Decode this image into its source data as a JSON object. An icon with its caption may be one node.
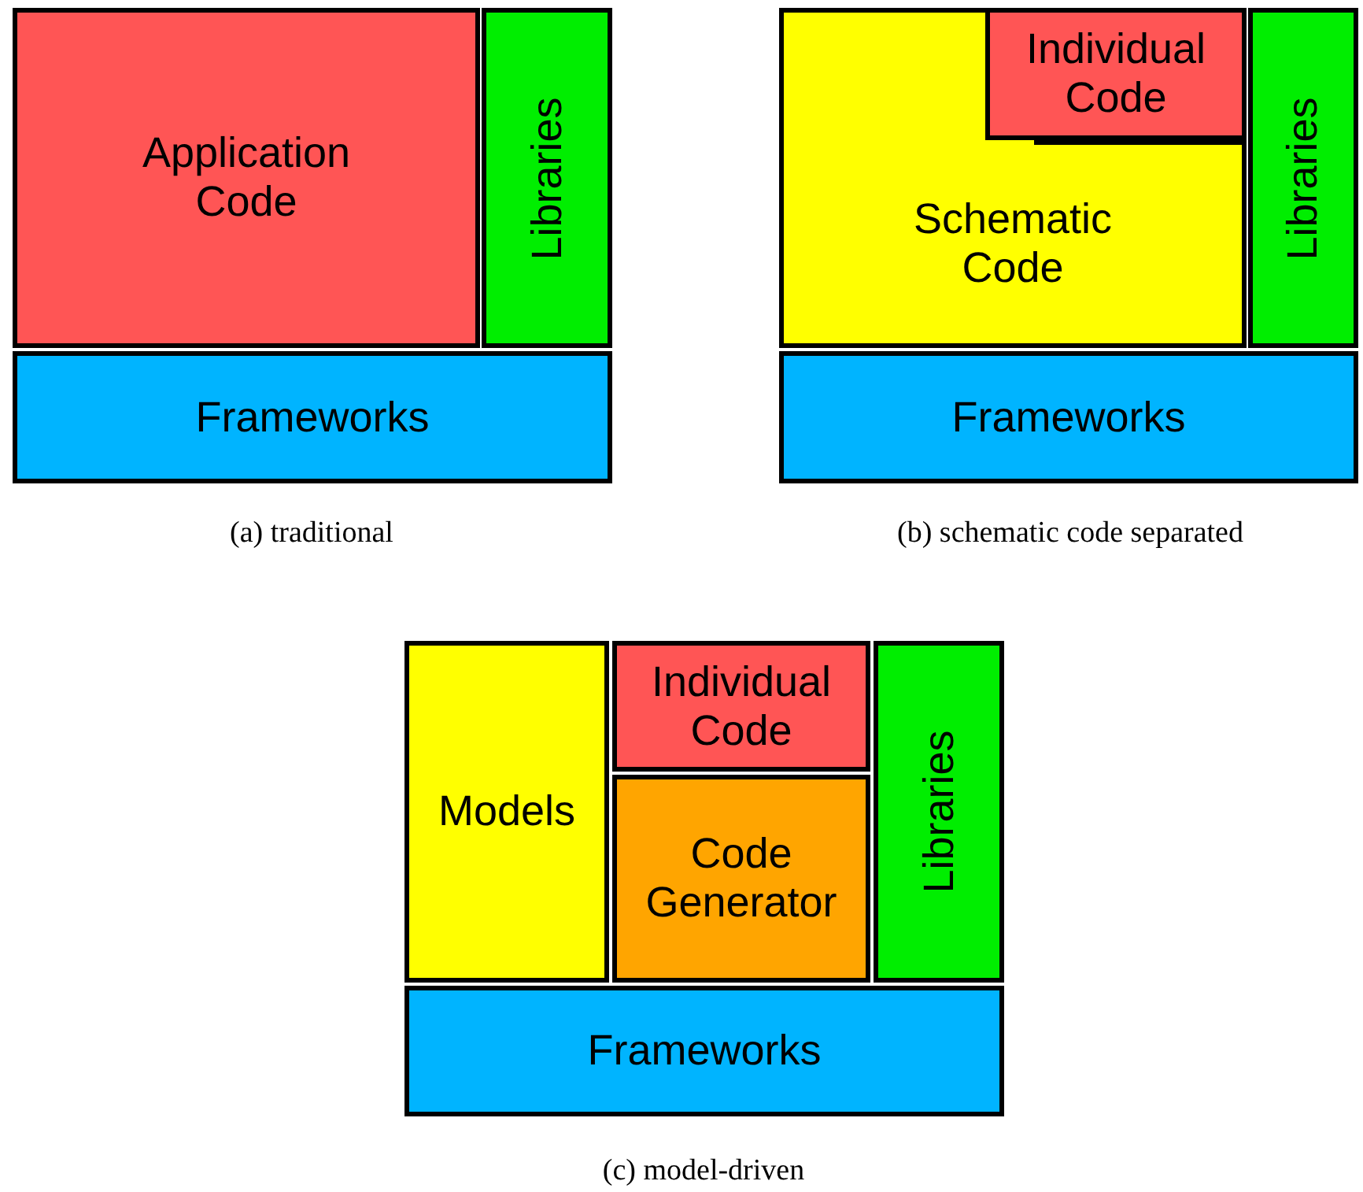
{
  "diagram": {
    "nodes": [
      {
        "text": [
          "Application Code"
        ]
      },
      {
        "text": [
          "Libraries"
        ]
      },
      {
        "text": [
          "Frameworks"
        ]
      },
      {
        "text": [
          "Individual Code"
        ]
      },
      {
        "text": [
          "Schematic Code"
        ]
      },
      {
        "text": [
          "Libraries"
        ]
      },
      {
        "text": [
          "Frameworks"
        ]
      },
      {
        "text": [
          "Models"
        ]
      },
      {
        "text": [
          "Individual Code"
        ]
      },
      {
        "text": [
          "Code Generator"
        ]
      },
      {
        "text": [
          "Libraries"
        ]
      },
      {
        "text": [
          "Frameworks"
        ]
      }
    ],
    "labels": [
      "(a) traditional",
      "(b) schematic code separated",
      "(c) model-driven"
    ]
  }
}
